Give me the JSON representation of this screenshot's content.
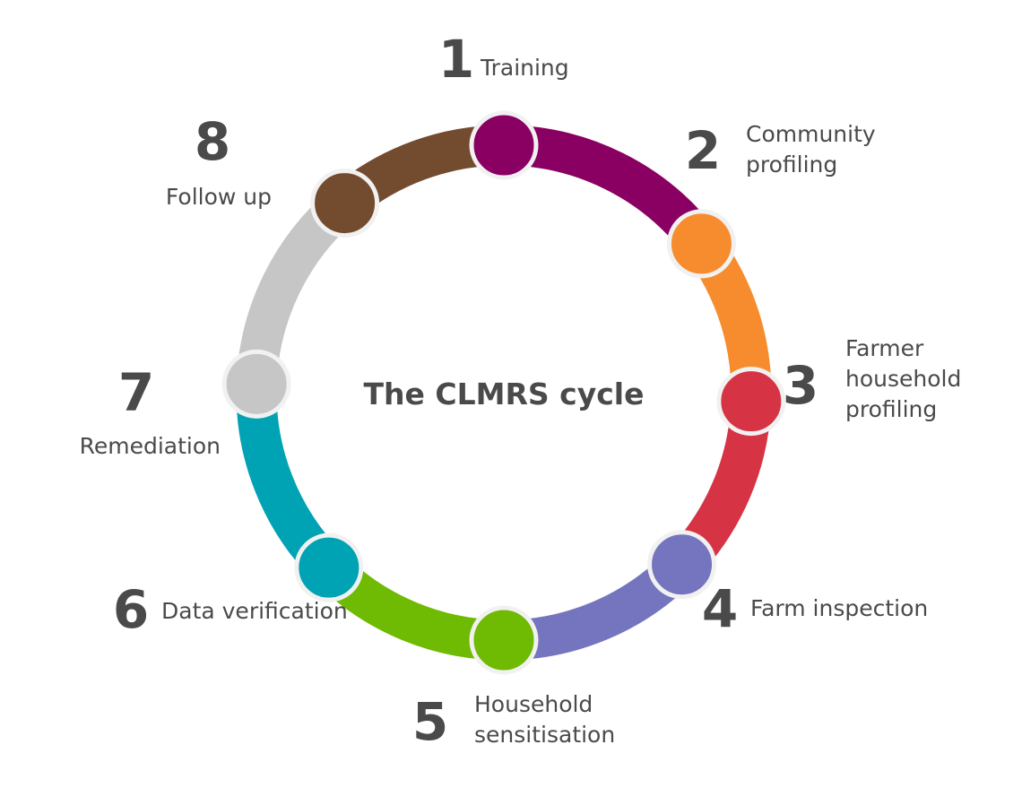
{
  "title": "The CLMRS cycle",
  "steps": [
    {
      "number": "1",
      "label_lines": [
        "Training"
      ],
      "color": "#8a0062"
    },
    {
      "number": "2",
      "label_lines": [
        "Community",
        "profiling"
      ],
      "color": "#f78c2f"
    },
    {
      "number": "3",
      "label_lines": [
        "Farmer",
        "household",
        "profiling"
      ],
      "color": "#d63445"
    },
    {
      "number": "4",
      "label_lines": [
        "Farm inspection"
      ],
      "color": "#7575bf"
    },
    {
      "number": "5",
      "label_lines": [
        "Household",
        "sensitisation"
      ],
      "color": "#6fba02"
    },
    {
      "number": "6",
      "label_lines": [
        "Data verification"
      ],
      "color": "#00a3b4"
    },
    {
      "number": "7",
      "label_lines": [
        "Remediation"
      ],
      "color": "#c6c6c6"
    },
    {
      "number": "8",
      "label_lines": [
        "Follow up"
      ],
      "color": "#734b2f"
    }
  ]
}
